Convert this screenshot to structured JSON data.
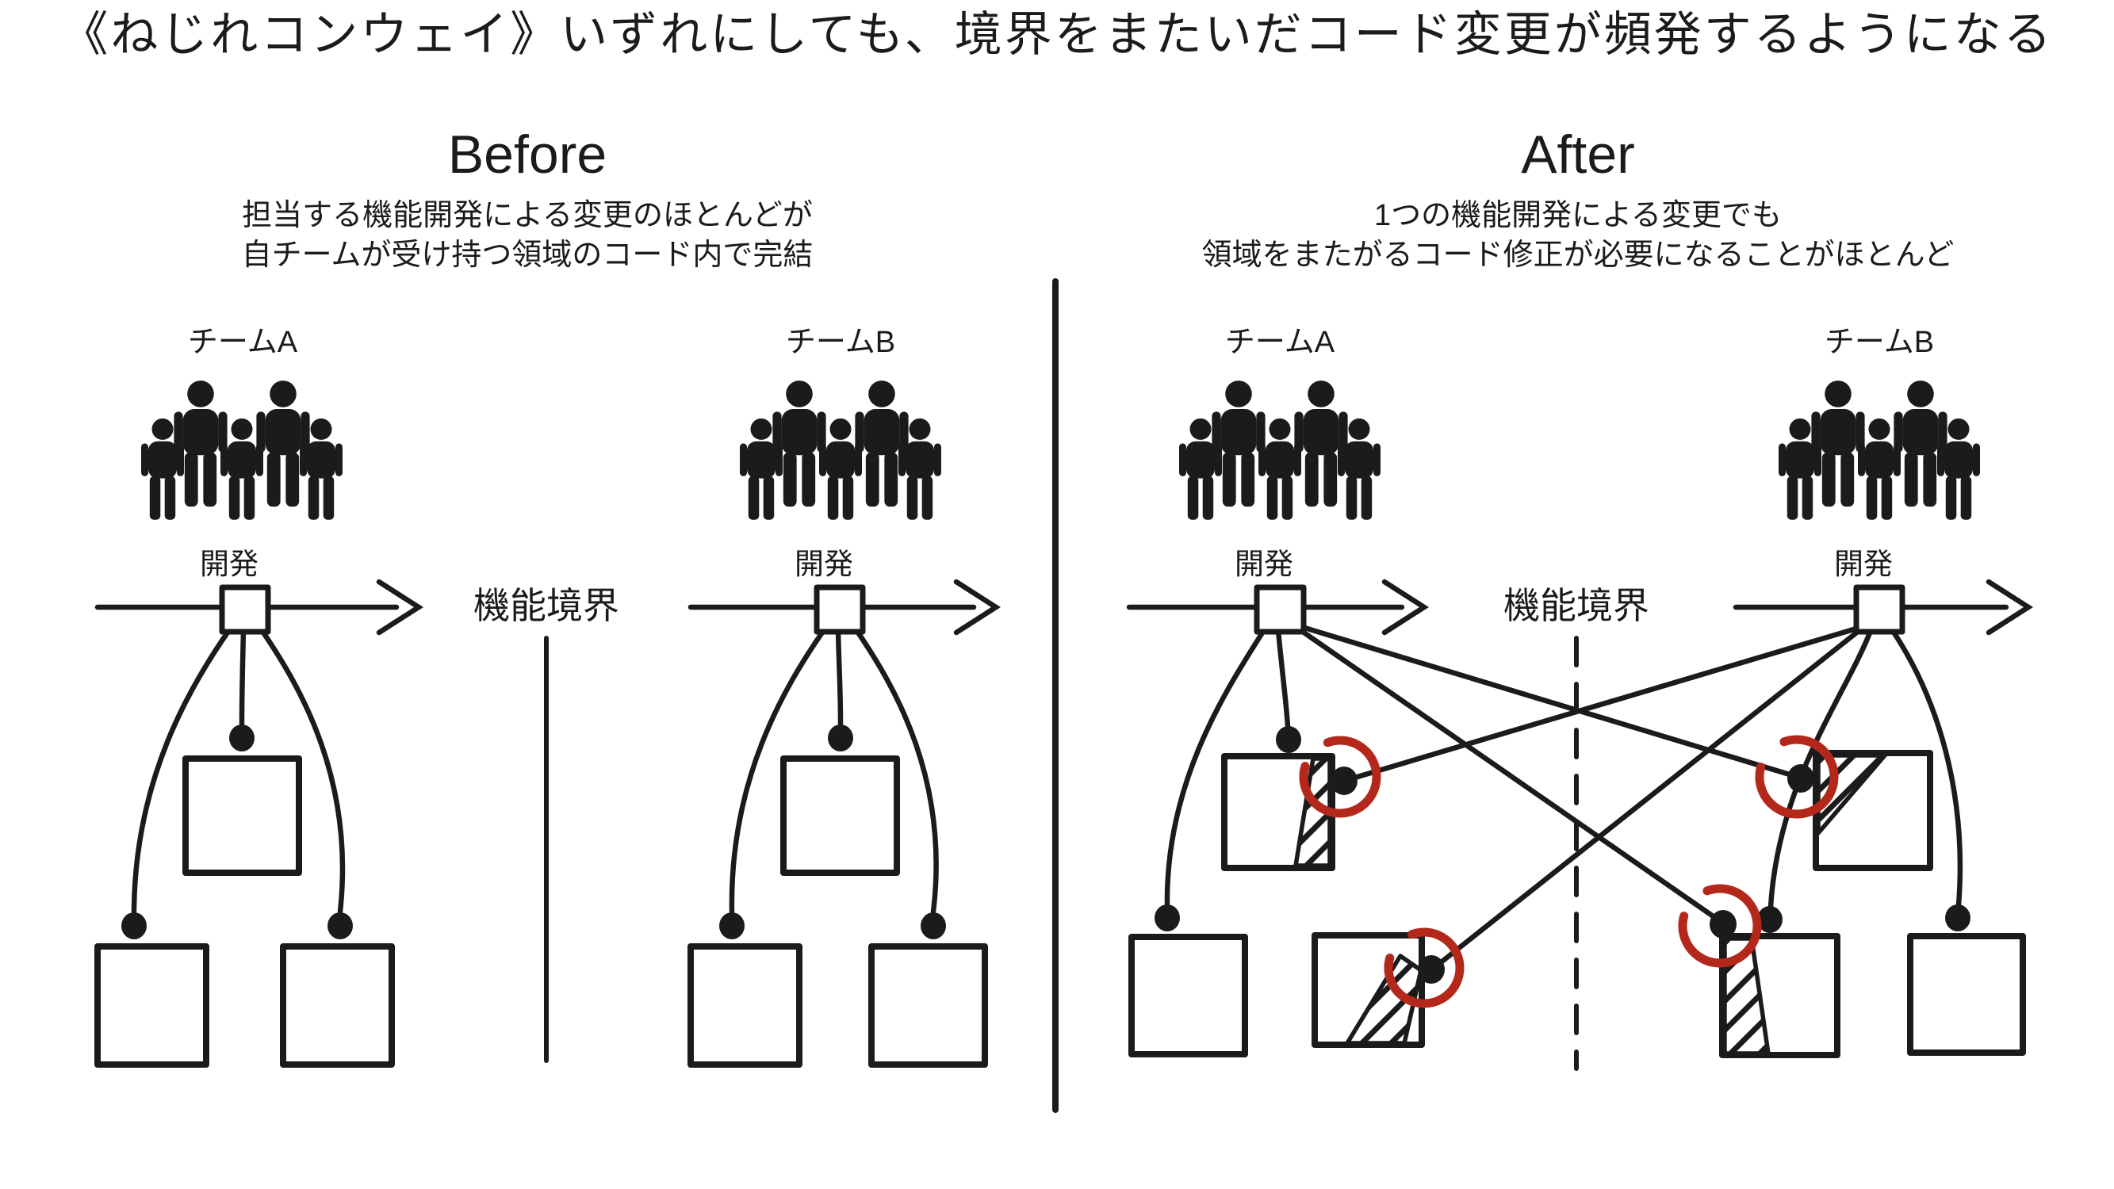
{
  "title": "《ねじれコンウェイ》いずれにしても、境界をまたいだコード変更が頻発するようになる",
  "colors": {
    "ink": "#1b1b1b",
    "accent_red": "#b4281b",
    "background": "#ffffff"
  },
  "before": {
    "heading": "Before",
    "subtitle_line1": "担当する機能開発による変更のほとんどが",
    "subtitle_line2": "自チームが受け持つ領域のコード内で完結",
    "boundary_label": "機能境界",
    "team_a": {
      "label": "チームA",
      "dev_label": "開発"
    },
    "team_b": {
      "label": "チームB",
      "dev_label": "開発"
    }
  },
  "after": {
    "heading": "After",
    "subtitle_line1": "1つの機能開発による変更でも",
    "subtitle_line2": "領域をまたがるコード修正が必要になることがほとんど",
    "boundary_label": "機能境界",
    "team_a": {
      "label": "チームA",
      "dev_label": "開発"
    },
    "team_b": {
      "label": "チームB",
      "dev_label": "開発"
    }
  },
  "icons": {
    "team_members": "person-icon",
    "timeline": "arrow-right-icon",
    "dev_node": "square-node-icon",
    "code_change": "change-dot-icon",
    "cross_boundary_change": "red-ring-icon",
    "modified_region": "diagonal-hatch-icon"
  }
}
